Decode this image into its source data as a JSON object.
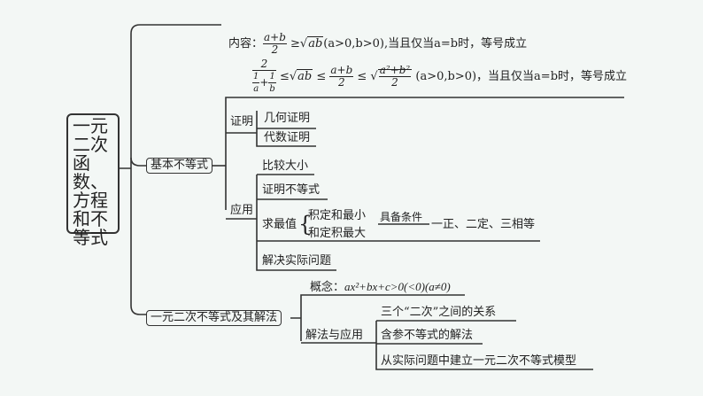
{
  "root": {
    "title": "一元二次函数、方程和不等式"
  },
  "content": {
    "label": "内容：",
    "formula1_suffix": "(a>0,b>0),当且仅当a=b时，等号成立",
    "formula2_suffix": "(a>0,b>0)，当且仅当a=b时，等号成立"
  },
  "basic": {
    "title": "基本不等式",
    "proof": {
      "label": "证明",
      "items": [
        "几何证明",
        "代数证明"
      ]
    },
    "application": {
      "label": "应用",
      "items": [
        "比较大小",
        "证明不等式",
        "求最值",
        "解决实际问题"
      ],
      "extreme": {
        "cases": [
          "积定和最小",
          "和定积最大"
        ],
        "condition_label": "具备条件",
        "condition": "一正、二定、三相等"
      }
    }
  },
  "quadratic": {
    "title": "一元二次不等式及其解法",
    "concept_label": "概念：",
    "concept_formula": "ax²+bx+c>0(<0)(a≠0)",
    "solve": {
      "label": "解法与应用",
      "items": [
        "三个“二次”之间的关系",
        "含参不等式的解法",
        "从实际问题中建立一元二次不等式模型"
      ]
    }
  }
}
